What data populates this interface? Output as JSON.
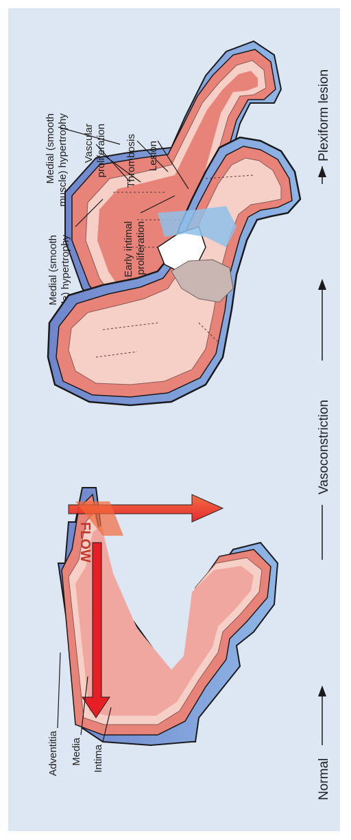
{
  "panels": {
    "normal": {
      "flow_label": "FLOW",
      "labels": {
        "adventitia": "Adventitia",
        "media": "Media",
        "intima": "Intima"
      }
    },
    "vasoconstriction": {
      "labels": {
        "medial_line1": "Medial (smooth",
        "medial_line2": "muscle) hypertrophy",
        "intimal_line1": "Early intimal",
        "intimal_line2": "proliferation"
      }
    },
    "plexiform": {
      "labels": {
        "medial_line1": "Medial (smooth",
        "medial_line2": "muscle) hypertrophy",
        "vascular_line1": "Vascular",
        "vascular_line2": "proliferation",
        "thrombosis": "Thrombosis",
        "lesion": "Lesion"
      }
    }
  },
  "stages": {
    "normal": "Normal",
    "vasoconstriction": "Vasoconstriction",
    "plexiform": "Plexiform lesion"
  },
  "colors": {
    "background": "#dde7f3",
    "wall": "#e8837a",
    "intima": "#f6cfc6",
    "lumen": "#f0a7a0",
    "outer": "#7a8fcf",
    "flow_arrow": "#e8232a",
    "thrombus": "#c9b6b3"
  }
}
